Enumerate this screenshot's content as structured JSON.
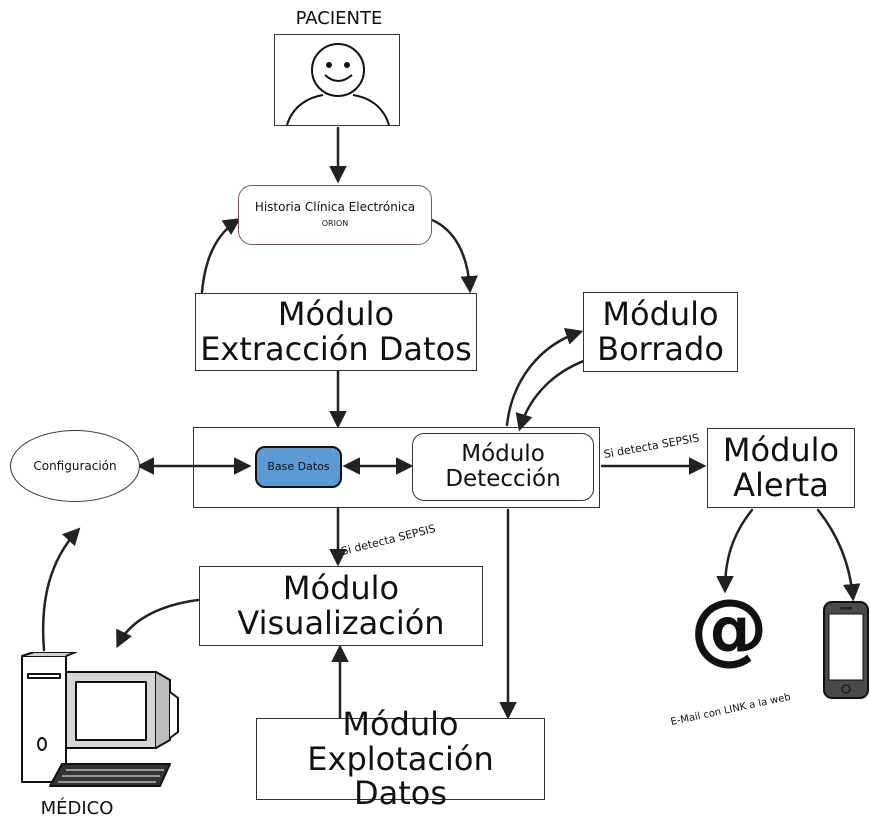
{
  "patient": {
    "label": "PACIENTE"
  },
  "doctor": {
    "label": "MÉDICO"
  },
  "historia": {
    "line1": "Historia Clínica Electrónica",
    "line2": "ORION"
  },
  "extraccion": {
    "line1": "Módulo",
    "line2": "Extracción Datos"
  },
  "borrado": {
    "line1": "Módulo",
    "line2": "Borrado"
  },
  "configuracion": {
    "label": "Configuración"
  },
  "base_datos": {
    "label": "Base Datos",
    "color": "#5b9bd5"
  },
  "deteccion": {
    "line1": "Módulo",
    "line2": "Detección"
  },
  "alerta": {
    "line1": "Módulo",
    "line2": "Alerta"
  },
  "visualizacion": {
    "line1": "Módulo",
    "line2": "Visualización"
  },
  "explotacion": {
    "line1": "Módulo",
    "line2": "Explotación Datos"
  },
  "edge_labels": {
    "sepsis_to_alerta": "Si detecta SEPSIS",
    "sepsis_to_visualizacion": "Si detecta SEPSIS",
    "email_link": "E-Mail con LINK a la web"
  },
  "email_symbol": "@"
}
